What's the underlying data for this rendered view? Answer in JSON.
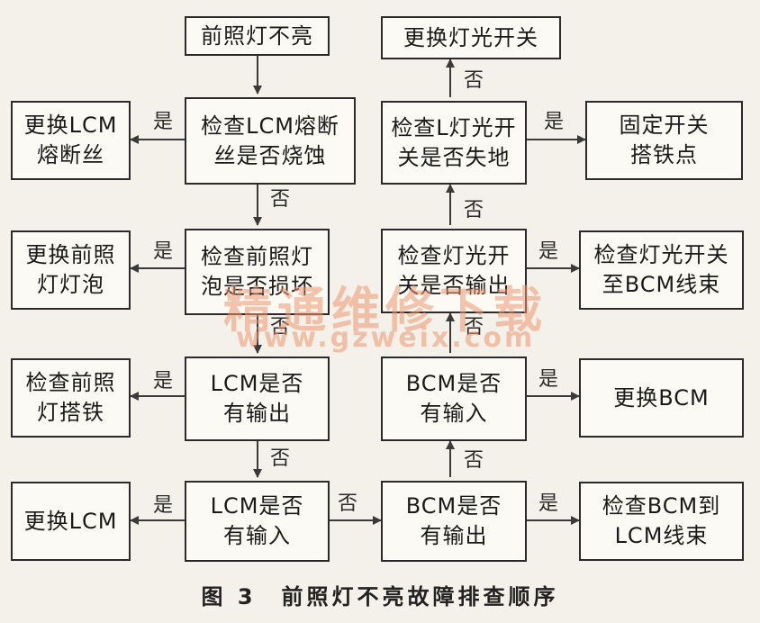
{
  "boxes": {
    "b_headlight_off": "前照灯不亮",
    "b_check_fuse": "检查LCM熔断\n丝是否烧蚀",
    "b_replace_fuse": "更换LCM\n熔断丝",
    "b_check_bulb": "检查前照灯\n泡是否损坏",
    "b_replace_bulb": "更换前照\n灯灯泡",
    "b_lcm_output": "LCM是否\n有输出",
    "b_check_ground": "检查前照\n灯搭铁",
    "b_lcm_input": "LCM是否\n有输入",
    "b_replace_lcm": "更换LCM",
    "b_bcm_output": "BCM是否\n有输出",
    "b_check_bcm_lcm": "检查BCM到\nLCM线束",
    "b_bcm_input": "BCM是否\n有输入",
    "b_replace_bcm": "更换BCM",
    "b_switch_output": "检查灯光开\n关是否输出",
    "b_check_switch_bcm": "检查灯光开关\n至BCM线束",
    "b_switch_ground": "检查L灯光开\n关是否失地",
    "b_fix_ground": "固定开关\n搭铁点",
    "b_replace_switch": "更换灯光开关"
  },
  "labels": {
    "yes": "是",
    "no": "否"
  },
  "watermark": {
    "text": "精通维修下载",
    "url": "www.gzweix.com"
  },
  "caption": "图 3　前照灯不亮故障排查顺序",
  "colors": {
    "line": "#3a3a3a",
    "watermark": "#ec966e"
  }
}
